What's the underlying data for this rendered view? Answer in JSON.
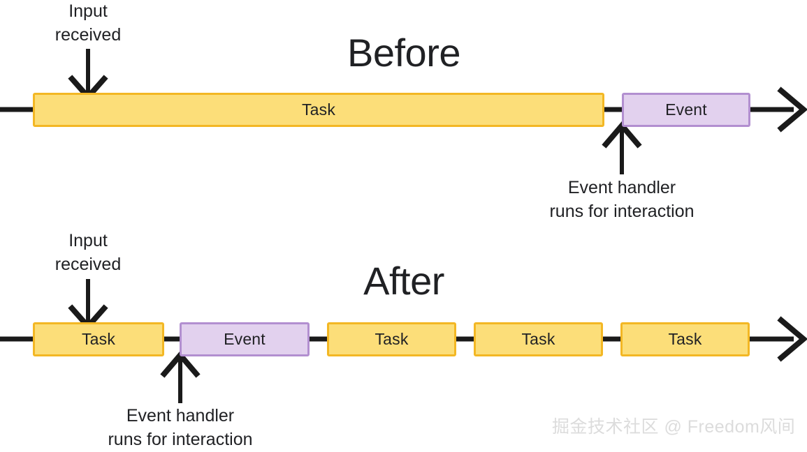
{
  "figure": {
    "background": "#ffffff",
    "colors": {
      "task_fill": "#FCDE79",
      "task_border": "#F3B724",
      "event_fill": "#E2D1EE",
      "event_border": "#B28FD0",
      "line": "#1a1a1a",
      "text": "#202124",
      "watermark": "#DCDCDC"
    }
  },
  "before": {
    "title": "Before",
    "input_caption": "Input\nreceived",
    "handler_caption": "Event handler\nruns for interaction",
    "blocks": [
      {
        "label": "Task",
        "type": "task"
      },
      {
        "label": "Event",
        "type": "event"
      }
    ]
  },
  "after": {
    "title": "After",
    "input_caption": "Input\nreceived",
    "handler_caption": "Event handler\nruns for interaction",
    "blocks": [
      {
        "label": "Task",
        "type": "task"
      },
      {
        "label": "Event",
        "type": "event"
      },
      {
        "label": "Task",
        "type": "task"
      },
      {
        "label": "Task",
        "type": "task"
      },
      {
        "label": "Task",
        "type": "task"
      }
    ]
  },
  "watermark": {
    "text": "掘金技术社区 @ Freedom风间"
  }
}
